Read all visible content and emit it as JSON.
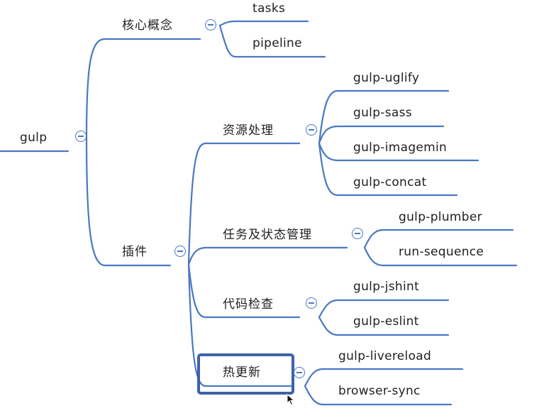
{
  "mindmap": {
    "root": {
      "label": "gulp"
    },
    "branches": [
      {
        "label": "核心概念",
        "children": [
          "tasks",
          "pipeline"
        ]
      },
      {
        "label": "插件",
        "children": [
          {
            "label": "资源处理",
            "children": [
              "gulp-uglify",
              "gulp-sass",
              "gulp-imagemin",
              "gulp-concat"
            ]
          },
          {
            "label": "任务及状态管理",
            "children": [
              "gulp-plumber",
              "run-sequence"
            ]
          },
          {
            "label": "代码检查",
            "children": [
              "gulp-jshint",
              "gulp-eslint"
            ]
          },
          {
            "label": "热更新",
            "children": [
              "gulp-livereload",
              "browser-sync"
            ]
          }
        ]
      }
    ],
    "selected_node": "热更新",
    "collapse_icon": "minus-circle-icon",
    "cursor_icon": "mouse-pointer-icon"
  },
  "colors": {
    "line": "#4a78c2",
    "node_underline": "#4a78c2",
    "selection_border": "#3e62a8",
    "text": "#1f1f1f"
  }
}
